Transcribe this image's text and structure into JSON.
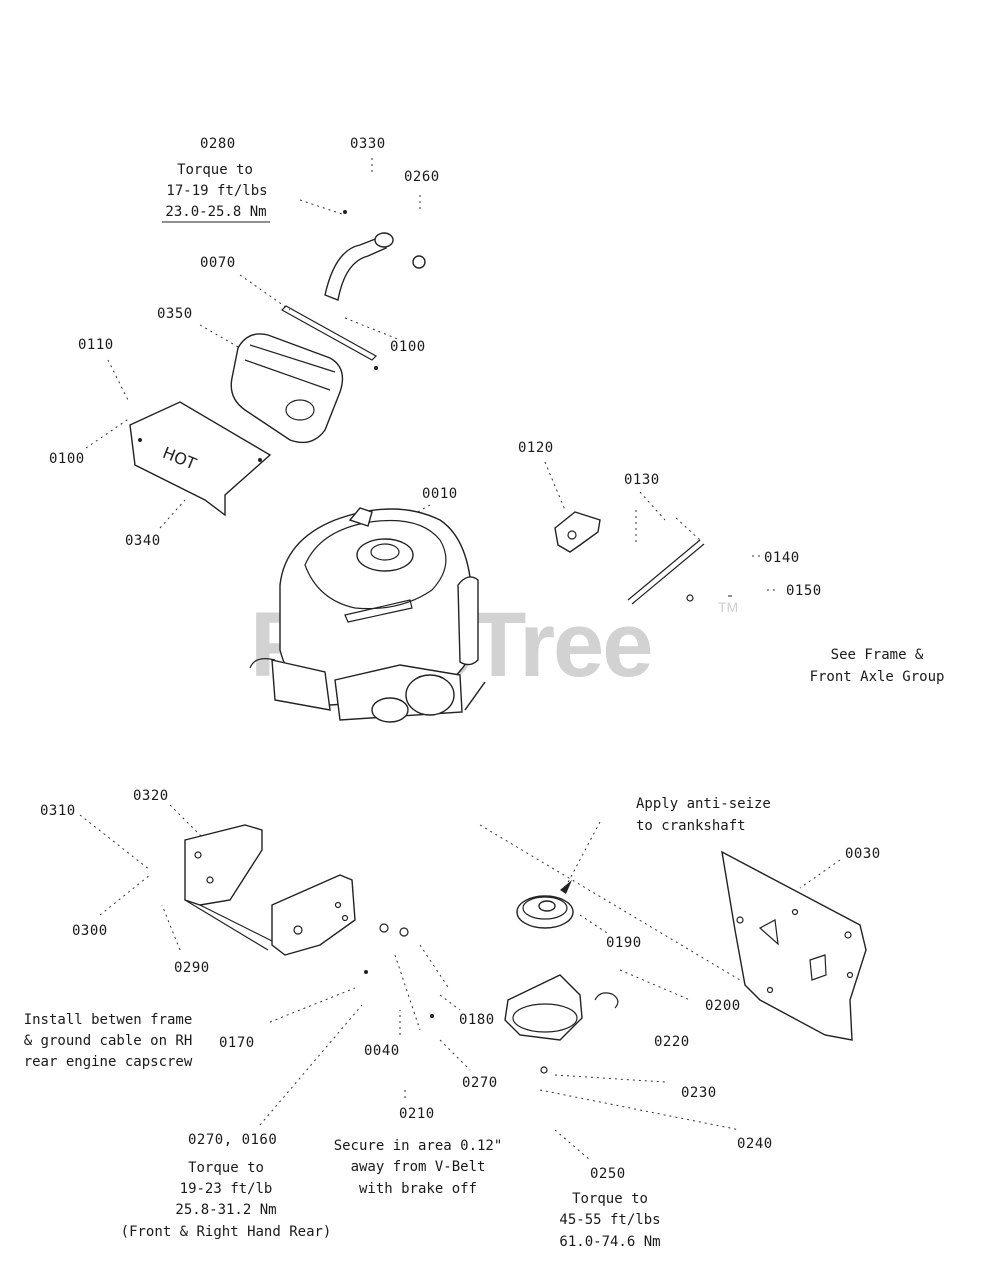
{
  "watermark": {
    "text": "PartsTree",
    "trademark": "TM"
  },
  "callouts": [
    {
      "id": "0280",
      "label": "0280"
    },
    {
      "id": "0330",
      "label": "0330"
    },
    {
      "id": "0260",
      "label": "0260"
    },
    {
      "id": "0070",
      "label": "0070"
    },
    {
      "id": "0350",
      "label": "0350"
    },
    {
      "id": "0110",
      "label": "0110"
    },
    {
      "id": "0100a",
      "label": "0100"
    },
    {
      "id": "0100b",
      "label": "0100"
    },
    {
      "id": "0340",
      "label": "0340"
    },
    {
      "id": "0010",
      "label": "0010"
    },
    {
      "id": "0120",
      "label": "0120"
    },
    {
      "id": "0130",
      "label": "0130"
    },
    {
      "id": "0140",
      "label": "0140"
    },
    {
      "id": "0150",
      "label": "0150"
    },
    {
      "id": "0310",
      "label": "0310"
    },
    {
      "id": "0320",
      "label": "0320"
    },
    {
      "id": "0300",
      "label": "0300"
    },
    {
      "id": "0290",
      "label": "0290"
    },
    {
      "id": "0030",
      "label": "0030"
    },
    {
      "id": "0190",
      "label": "0190"
    },
    {
      "id": "0200",
      "label": "0200"
    },
    {
      "id": "0180",
      "label": "0180"
    },
    {
      "id": "0220",
      "label": "0220"
    },
    {
      "id": "0170",
      "label": "0170"
    },
    {
      "id": "0040",
      "label": "0040"
    },
    {
      "id": "0270",
      "label": "0270"
    },
    {
      "id": "0230",
      "label": "0230"
    },
    {
      "id": "0210",
      "label": "0210"
    },
    {
      "id": "0240",
      "label": "0240"
    },
    {
      "id": "0270-0160",
      "label": "0270, 0160"
    },
    {
      "id": "0250",
      "label": "0250"
    }
  ],
  "notes": {
    "torque_0280": [
      "Torque to",
      "17-19 ft/lbs",
      "23.0-25.8 Nm"
    ],
    "see_frame": [
      "See Frame &",
      "Front Axle Group"
    ],
    "anti_seize": [
      "Apply anti-seize",
      "to crankshaft"
    ],
    "install_between": [
      "Install betwen frame",
      "& ground cable on RH",
      "rear engine capscrew"
    ],
    "torque_0270_0160": [
      "Torque to",
      "19-23 ft/lb",
      "25.8-31.2 Nm",
      "(Front & Right Hand Rear)"
    ],
    "secure_area": [
      "Secure in area 0.12\"",
      "away from V-Belt",
      "with brake off"
    ],
    "torque_0250": [
      "Torque to",
      "45-55 ft/lbs",
      "61.0-74.6 Nm"
    ]
  },
  "decals": {
    "hot": "HOT"
  }
}
